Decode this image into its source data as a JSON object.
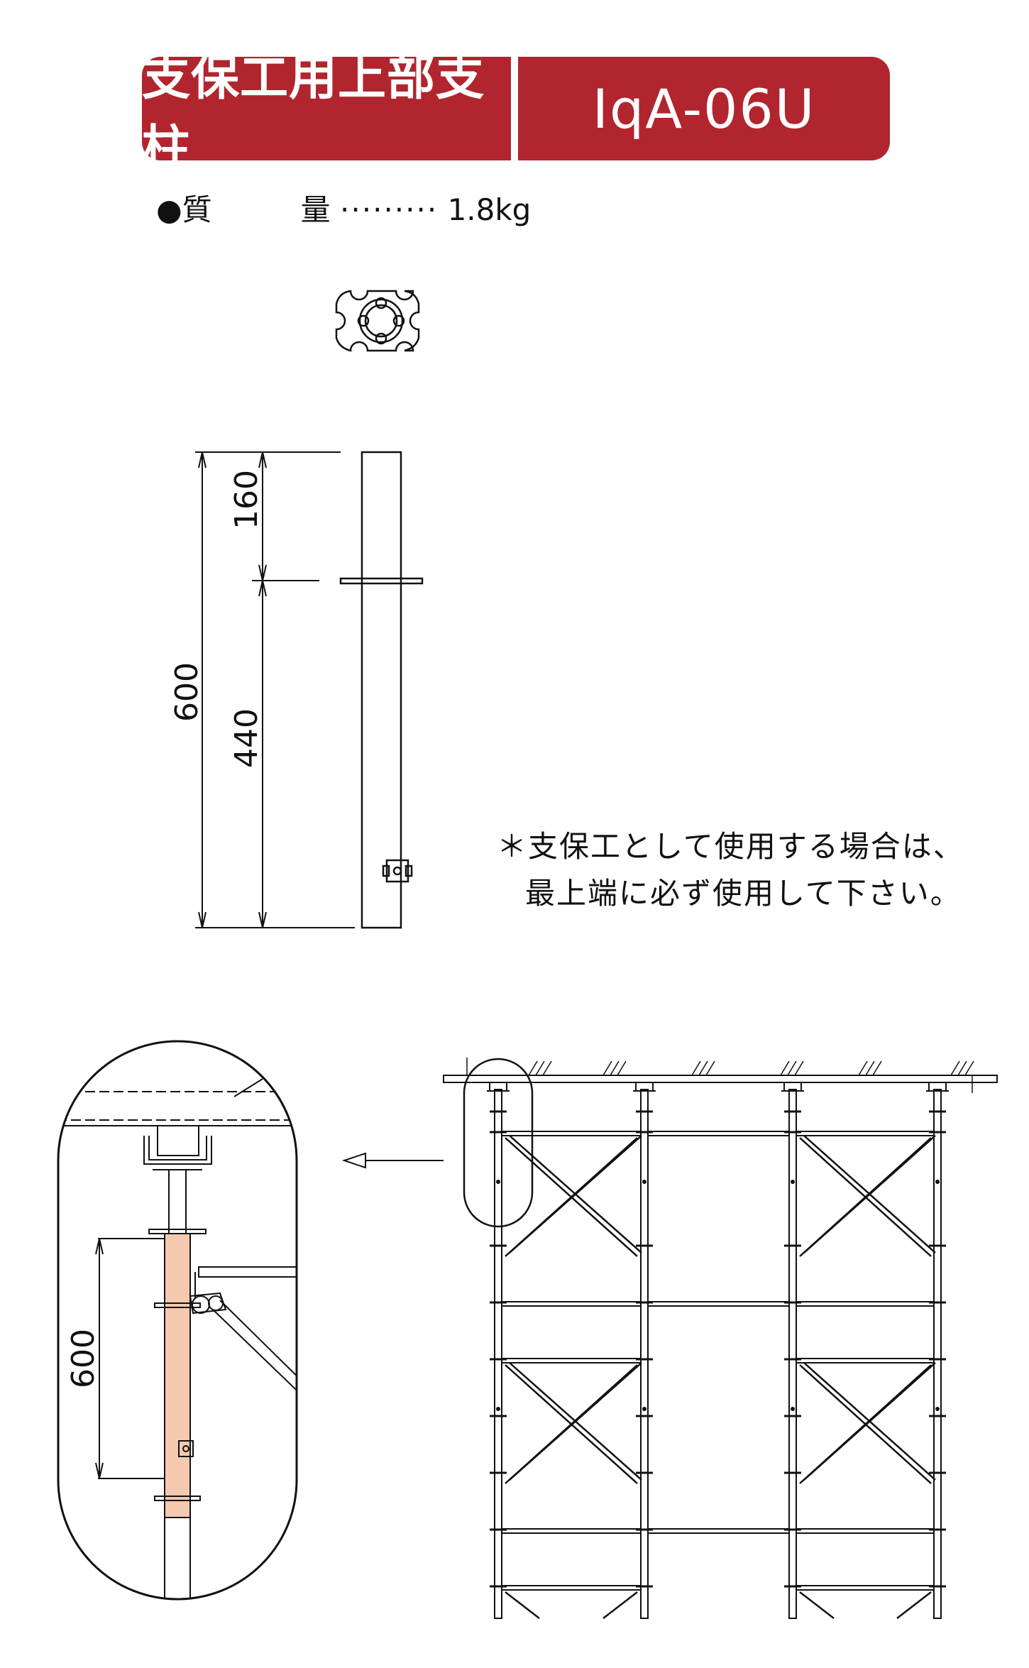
{
  "header": {
    "title": "支保工用上部支柱",
    "model": "IqA-06U"
  },
  "spec": {
    "bullet": "●",
    "label_left": "質",
    "label_right": "量",
    "leader": "·········",
    "value": "1.8kg"
  },
  "dimensions": {
    "top": "160",
    "overall": "600",
    "lower": "440",
    "detail": "600"
  },
  "note": {
    "line1": "＊支保工として使用する場合は、",
    "line2": "最上端に必ず使用して下さい。"
  },
  "colors": {
    "brand_red": "#b1252e",
    "highlight": "#f5c9b0"
  }
}
